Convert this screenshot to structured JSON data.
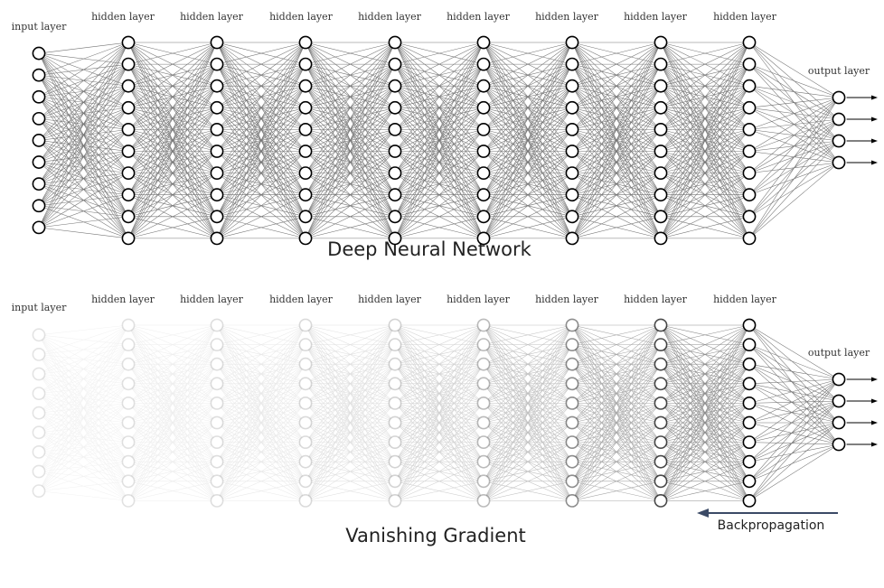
{
  "diagrams": [
    {
      "caption": "Deep Neural Network",
      "layer_labels": [
        "input layer",
        "hidden layer",
        "hidden layer",
        "hidden layer",
        "hidden layer",
        "hidden layer",
        "hidden layer",
        "hidden layer",
        "hidden layer",
        "output layer"
      ],
      "layer_node_counts": [
        9,
        10,
        10,
        10,
        10,
        10,
        10,
        10,
        10,
        4
      ],
      "layer_opacity": [
        1,
        1,
        1,
        1,
        1,
        1,
        1,
        1,
        1,
        1
      ]
    },
    {
      "caption": "Vanishing Gradient",
      "layer_labels": [
        "input layer",
        "hidden layer",
        "hidden layer",
        "hidden layer",
        "hidden layer",
        "hidden layer",
        "hidden layer",
        "hidden layer",
        "hidden layer",
        "output layer"
      ],
      "layer_node_counts": [
        9,
        10,
        10,
        10,
        10,
        10,
        10,
        10,
        10,
        4
      ],
      "layer_opacity": [
        0.09,
        0.12,
        0.16,
        0.22,
        0.32,
        0.45,
        0.62,
        0.82,
        1,
        1
      ],
      "arrow_label": "Backpropagation"
    }
  ],
  "colors": {
    "line": "#000000",
    "node_fill": "#ffffff",
    "text": "#222222",
    "arrow": "#3b4a66"
  }
}
